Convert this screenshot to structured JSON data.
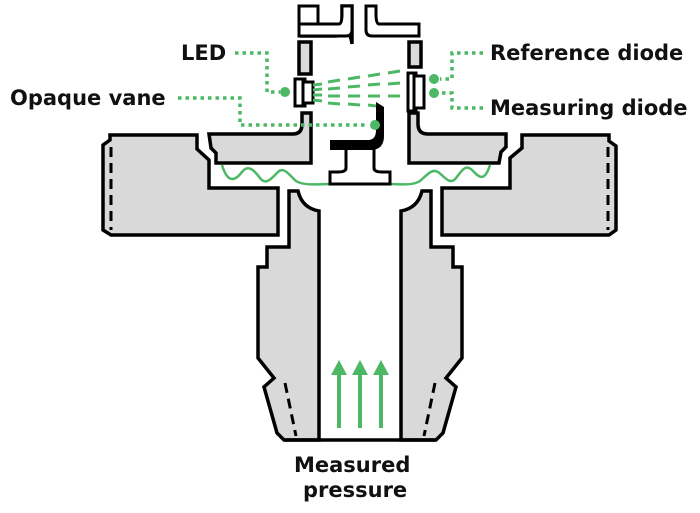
{
  "labels": {
    "led": "LED",
    "opaque_vane": "Opaque vane",
    "reference_diode": "Reference diode",
    "measuring_diode": "Measuring diode",
    "measured_pressure_line1": "Measured",
    "measured_pressure_line2": "pressure"
  },
  "colors": {
    "accent": "#4cb865",
    "part_fill": "#d9d9d9",
    "outline": "#000000"
  },
  "icons": {
    "pressure_arrows": "arrow-up-icon"
  }
}
